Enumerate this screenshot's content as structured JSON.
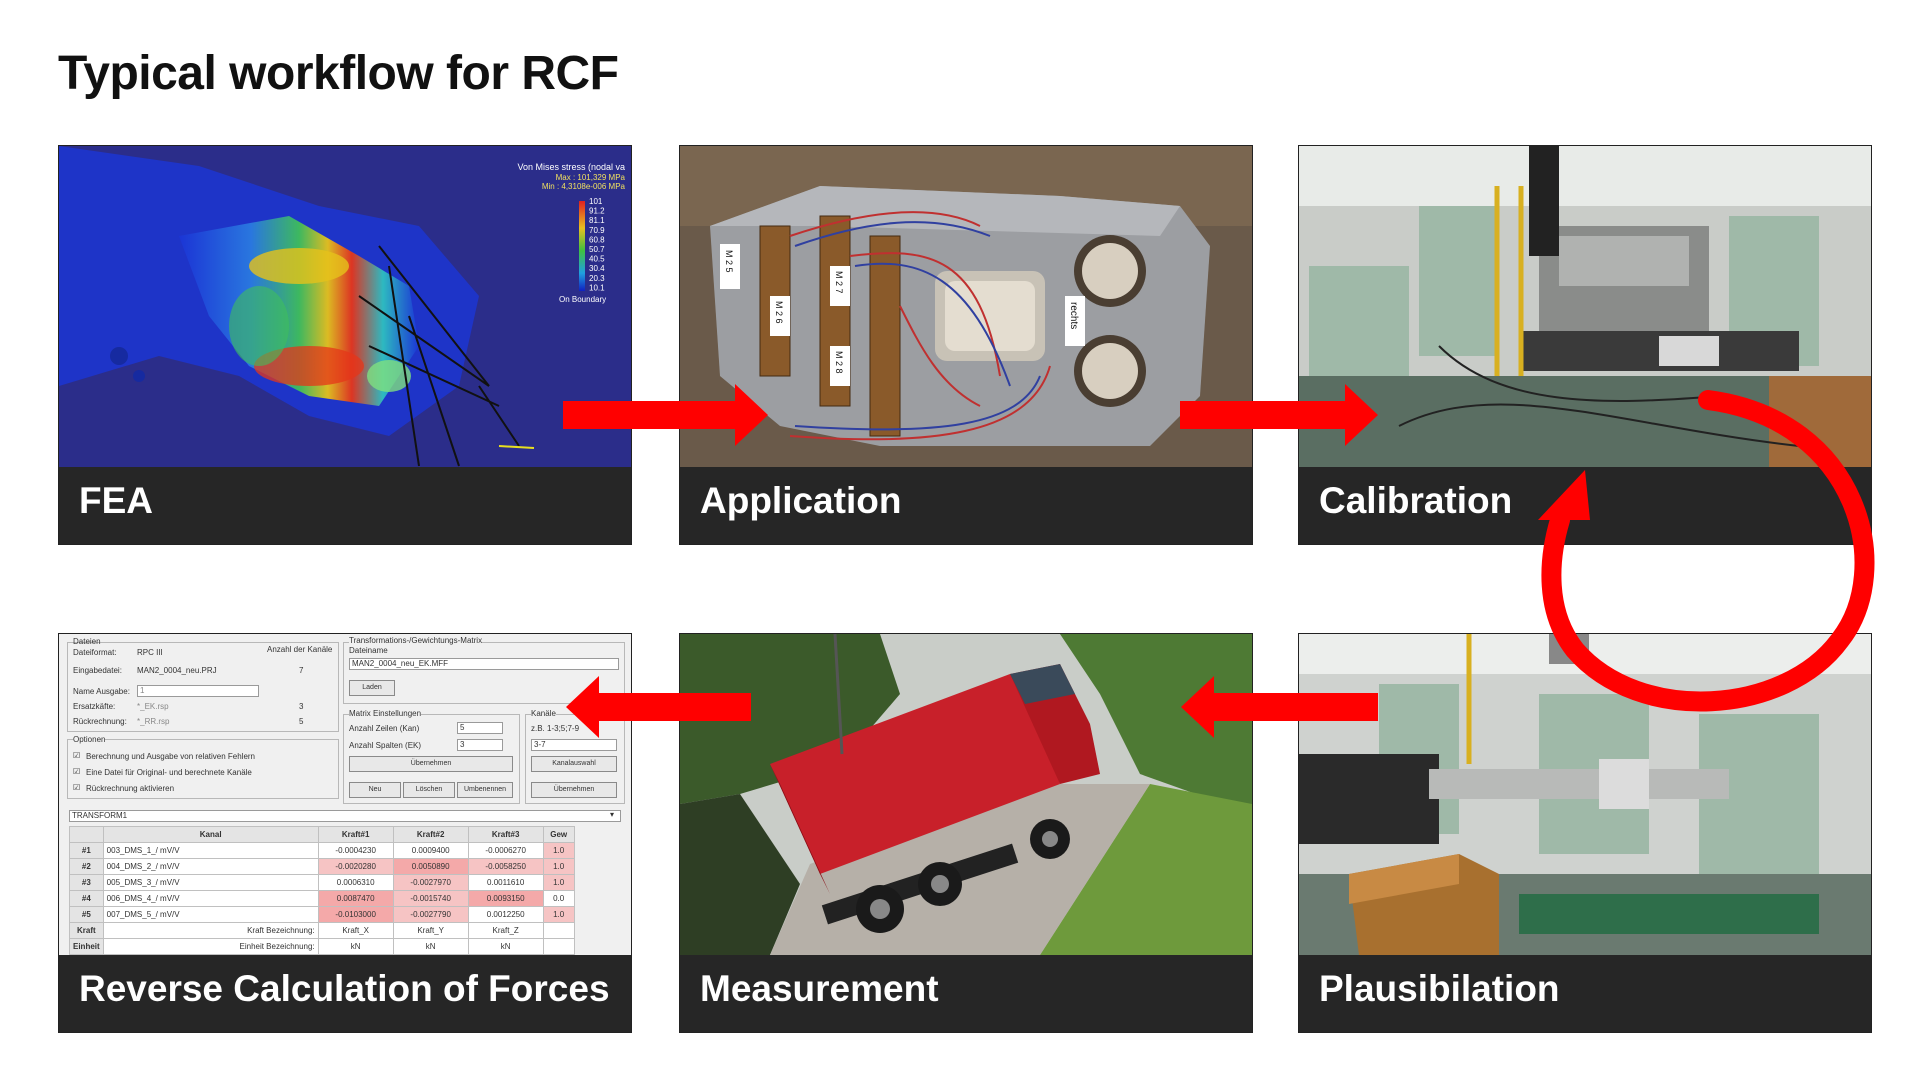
{
  "title": "Typical workflow for RCF",
  "steps": [
    {
      "label": "FEA"
    },
    {
      "label": "Application"
    },
    {
      "label": "Calibration"
    },
    {
      "label": "Reverse Calculation of Forces"
    },
    {
      "label": "Measurement"
    },
    {
      "label": "Plausibilation"
    }
  ],
  "fea_legend": {
    "title": "Von Mises stress (nodal va",
    "max": "Max : 101,329 MPa",
    "min": "Min : 4,3108e-006 MPa",
    "values": [
      "101",
      "91.2",
      "81.1",
      "70.9",
      "60.8",
      "50.7",
      "40.5",
      "30.4",
      "20.3",
      "10.1"
    ],
    "boundary": "On Boundary"
  },
  "application_tag": "rechts",
  "gauge_labels": [
    "M 2 5",
    "M 2 6",
    "M 2 7",
    "M 2 8"
  ],
  "software": {
    "dateien_label": "Dateien",
    "dateiformat_label": "Dateiformat:",
    "dateiformat_value": "RPC III",
    "anzahl_kanaele_label": "Anzahl der Kanäle",
    "eingabedatei_label": "Eingabedatei:",
    "eingabedatei_value": "MAN2_0004_neu.PRJ",
    "eingabedatei_count": "7",
    "name_ausgabe_label": "Name Ausgabe:",
    "name_ausgabe_value": "1",
    "ersatzkaefte_label": "Ersatzkäfte:",
    "ersatzkaefte_value": "*_EK.rsp",
    "ersatzkaefte_count": "3",
    "rueckrechnung_label": "Rückrechnung:",
    "rueckrechnung_value": "*_RR.rsp",
    "rueckrechnung_count": "5",
    "optionen_label": "Optionen",
    "options": [
      "Berechnung und Ausgabe von relativen Fehlern",
      "Eine Datei für Original- und berechnete Kanäle",
      "Rückrechnung aktivieren"
    ],
    "matrix_group": "Transformations-/Gewichtungs-Matrix",
    "dateiname_label": "Dateiname",
    "dateiname_value": "MAN2_0004_neu_EK.MFF",
    "laden": "Laden",
    "matrix_settings": "Matrix Einstellungen",
    "anzahl_zeilen_label": "Anzahl Zeilen (Kan)",
    "anzahl_zeilen_value": "5",
    "anzahl_spalten_label": "Anzahl Spalten (EK)",
    "anzahl_spalten_value": "3",
    "uebernehmen": "Übernehmen",
    "kanaele_label": "Kanäle",
    "kanaele_hint": "z.B. 1-3;5;7-9",
    "kanaele_value": "3-7",
    "kanalauswahl": "Kanalauswahl",
    "neu": "Neu",
    "loeschen": "Löschen",
    "umbenennen": "Umbenennen",
    "uebernehmen2": "Übernehmen",
    "transform_select": "TRANSFORM1",
    "table": {
      "headers": [
        "Kanal",
        "Kraft#1",
        "Kraft#2",
        "Kraft#3",
        "Gew"
      ],
      "rows": [
        {
          "id": "#1",
          "kanal": "003_DMS_1_/ mV/V",
          "k1": "-0.0004230",
          "k2": "0.0009400",
          "k3": "-0.0006270",
          "gew": "1.0"
        },
        {
          "id": "#2",
          "kanal": "004_DMS_2_/ mV/V",
          "k1": "-0.0020280",
          "k2": "0.0050890",
          "k3": "-0.0058250",
          "gew": "1.0"
        },
        {
          "id": "#3",
          "kanal": "005_DMS_3_/ mV/V",
          "k1": "0.0006310",
          "k2": "-0.0027970",
          "k3": "0.0011610",
          "gew": "1.0"
        },
        {
          "id": "#4",
          "kanal": "006_DMS_4_/ mV/V",
          "k1": "0.0087470",
          "k2": "-0.0015740",
          "k3": "0.0093150",
          "gew": "0.0"
        },
        {
          "id": "#5",
          "kanal": "007_DMS_5_/ mV/V",
          "k1": "-0.0103000",
          "k2": "-0.0027790",
          "k3": "0.0012250",
          "gew": "1.0"
        }
      ],
      "kraft_label": "Kraft",
      "kraft_bez_label": "Kraft Bezeichnung:",
      "kraft_names": [
        "Kraft_X",
        "Kraft_Y",
        "Kraft_Z"
      ],
      "einheit_label": "Einheit",
      "einheit_bez_label": "Einheit Bezeichnung:",
      "einheiten": [
        "kN",
        "kN",
        "kN"
      ]
    }
  },
  "colors": {
    "arrow": "#ff0000",
    "label_bg": "#262626",
    "label_text": "#ffffff",
    "fea_bg": "#2b2d8a"
  }
}
